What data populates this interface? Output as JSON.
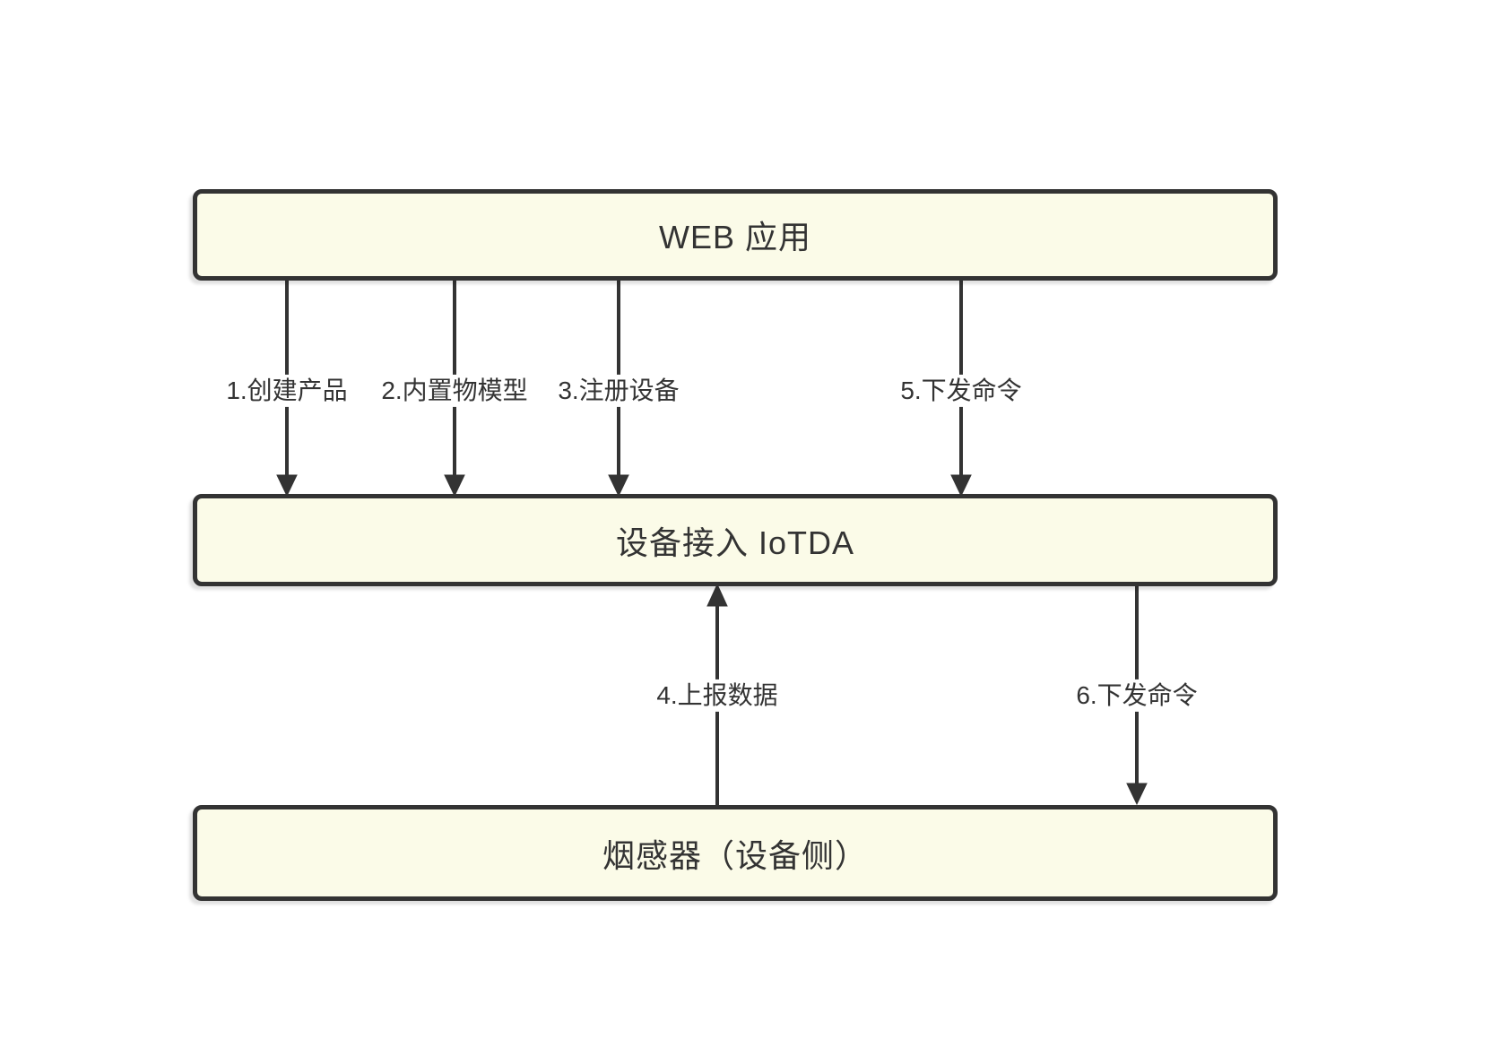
{
  "diagram": {
    "type": "flow",
    "colors": {
      "canvas_bg": "#FFFFFF",
      "node_fill": "#FBFBE8",
      "node_border": "#333333",
      "edge_stroke": "#333333",
      "text": "#333333"
    },
    "nodes": [
      {
        "id": "web-app",
        "label": "WEB 应用"
      },
      {
        "id": "iotda",
        "label": "设备接入 IoTDA"
      },
      {
        "id": "smoke-sensor",
        "label": "烟感器（设备侧）"
      }
    ],
    "edges": [
      {
        "id": "1",
        "label": "1.创建产品",
        "from": "web-app",
        "to": "iotda",
        "direction": "down"
      },
      {
        "id": "2",
        "label": "2.内置物模型",
        "from": "web-app",
        "to": "iotda",
        "direction": "down"
      },
      {
        "id": "3",
        "label": "3.注册设备",
        "from": "web-app",
        "to": "iotda",
        "direction": "down"
      },
      {
        "id": "4",
        "label": "4.上报数据",
        "from": "smoke-sensor",
        "to": "iotda",
        "direction": "up"
      },
      {
        "id": "5",
        "label": "5.下发命令",
        "from": "web-app",
        "to": "iotda",
        "direction": "down"
      },
      {
        "id": "6",
        "label": "6.下发命令",
        "from": "iotda",
        "to": "smoke-sensor",
        "direction": "down"
      }
    ]
  }
}
